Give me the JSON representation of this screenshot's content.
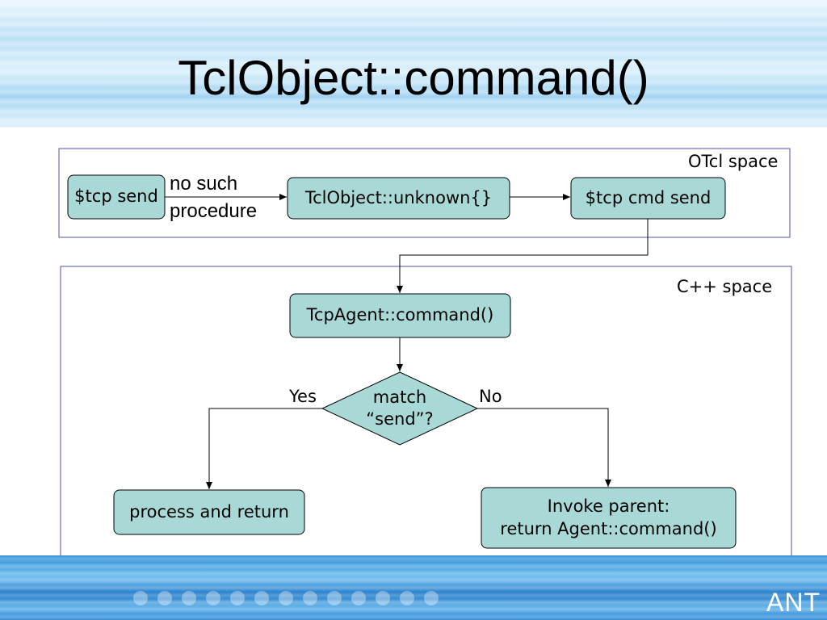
{
  "slide": {
    "title": "TclObject::command()",
    "brand": "ANT"
  },
  "colors": {
    "node_fill": "#a9d9d6",
    "region_border": "#5050b0",
    "background": "#ffffff"
  },
  "regions": {
    "otcl": "OTcl space",
    "cpp": "C++ space"
  },
  "nodes": {
    "tcp_send": "$tcp send",
    "unknown": "TclObject::unknown{}",
    "cmd_send": "$tcp cmd send",
    "tcpagent_command": "TcpAgent::command()",
    "decision": "match\n“send”?",
    "process_return": "process and return",
    "invoke_parent": "Invoke parent:\nreturn Agent::command()"
  },
  "edge_labels": {
    "no_such_procedure": "no such\nprocedure",
    "yes": "Yes",
    "no": "No"
  }
}
